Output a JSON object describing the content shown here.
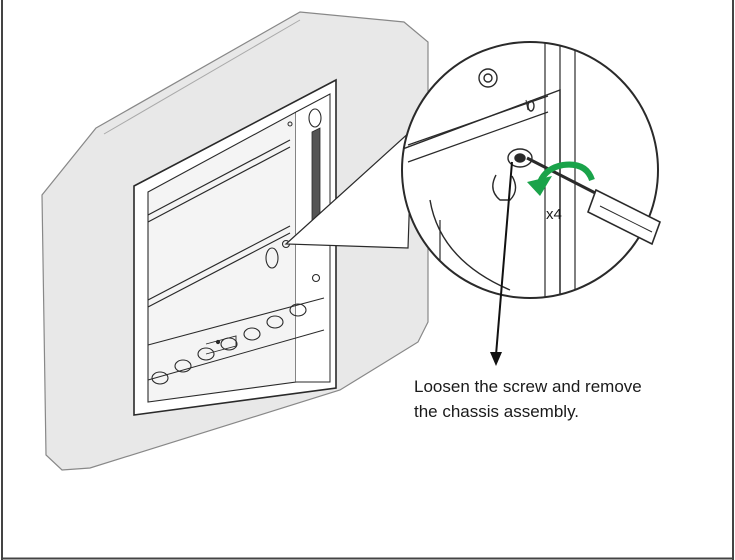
{
  "diagram": {
    "count_label": "x4",
    "instruction_lines": [
      "Loosen the screw and remove",
      "the chassis assembly."
    ],
    "colors": {
      "wall_fill": "#e8e8e8",
      "outline": "#2a2a2a",
      "rotation_arrow": "#1aa34a",
      "frame_border": "#444444"
    },
    "icons": [
      "rotation-arrow-icon",
      "screwdriver-icon",
      "leader-arrow-icon"
    ]
  }
}
